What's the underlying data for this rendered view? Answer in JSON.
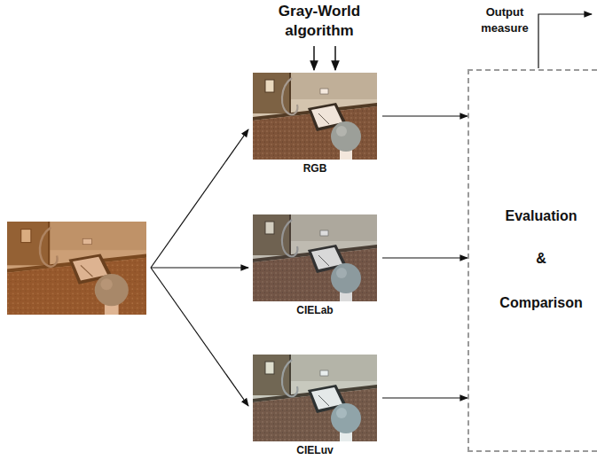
{
  "diagram": {
    "nodes": [
      {
        "text": [
          "RGB"
        ]
      },
      {
        "text": [
          "CIELab"
        ]
      },
      {
        "text": [
          "CIELuv"
        ]
      },
      {
        "text": [
          "Evaluation",
          "&",
          "Comparison"
        ]
      }
    ],
    "edges": [
      {
        "from": 0,
        "to": 3,
        "arrow": "to"
      },
      {
        "from": 1,
        "to": 3,
        "arrow": "to"
      },
      {
        "from": 2,
        "to": 3,
        "arrow": "to"
      }
    ],
    "labels": [
      "Gray-World algorithm",
      "Output measure"
    ]
  }
}
